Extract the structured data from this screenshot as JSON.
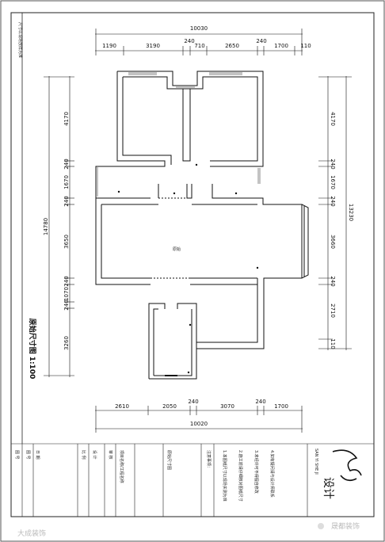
{
  "top_dims": {
    "total": "10030",
    "segments": [
      "1190",
      "3190",
      "240",
      "710",
      "2650",
      "240",
      "1700",
      "110"
    ]
  },
  "bottom_dims": {
    "total": "10020",
    "segments": [
      "2610",
      "2050",
      "240",
      "3070",
      "240",
      "1700"
    ]
  },
  "left_dims": {
    "total": "14780",
    "segments": [
      "4170",
      "240",
      "1670",
      "240",
      "3650",
      "240",
      "1070",
      "240",
      "3260"
    ]
  },
  "right_dims": {
    "total": "13230",
    "segments": [
      "4170",
      "240",
      "1670",
      "240",
      "3660",
      "240",
      "2710",
      "110"
    ]
  },
  "drawing_title": "原始尺寸图 1:100",
  "title_strip_text": "尺寸以现场放样为准",
  "center_mark": "原始",
  "title_block": {
    "col1": [
      "图 号",
      "图 号"
    ],
    "col2": [
      "日 期",
      "比 例"
    ],
    "col3": [
      "设 计",
      "审 核"
    ],
    "col4": "项目名称/工程名称",
    "col5": "原始尺寸图",
    "notes": [
      "注意事项：",
      "1.本图纸尺寸以现场实测为准",
      "2.施工前请仔细核对图纸尺寸",
      "3.未经许可不得擅自修改",
      "4.如有疑问请与设计师联系"
    ],
    "brand_pinyin": "SAN YI SHE JI",
    "brand_cn": "设计"
  },
  "watermark_left": "大成装饰",
  "watermark_right": "晟都装饰"
}
